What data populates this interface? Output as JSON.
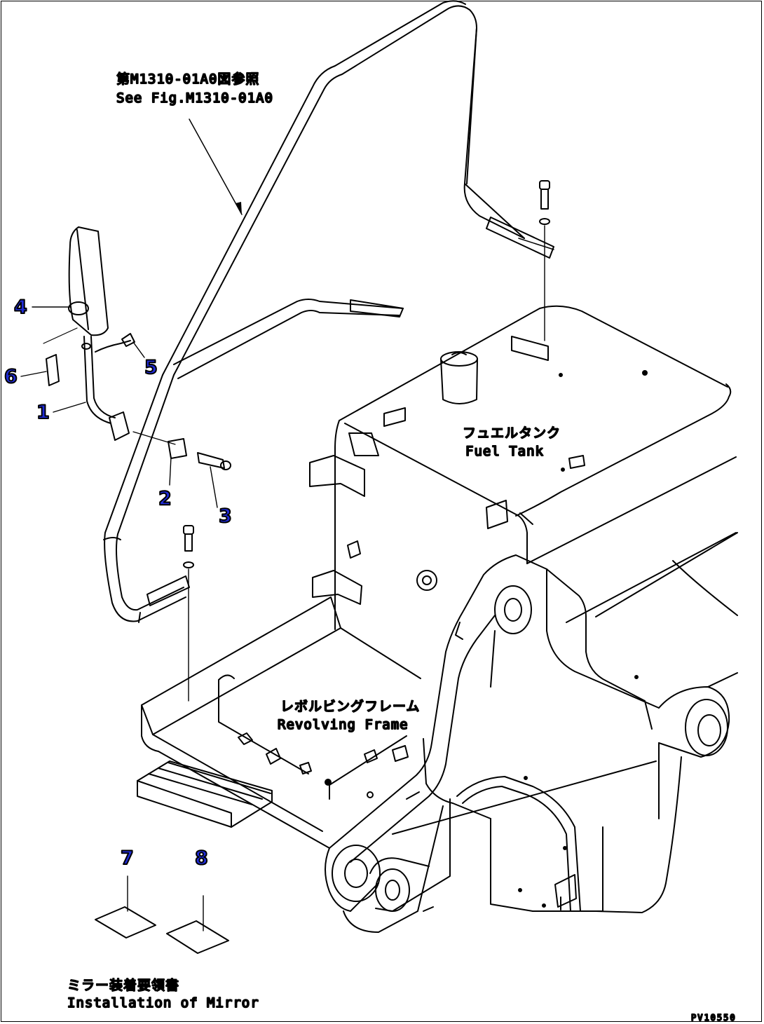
{
  "reference": {
    "jp": "第M1310-01A0図参照",
    "en": "See Fig.M1310-01A0"
  },
  "fuel_tank": {
    "jp": "フュエルタンク",
    "en": "Fuel Tank"
  },
  "revolving_frame": {
    "jp": "レボルビングフレーム",
    "en": "Revolving Frame"
  },
  "installation": {
    "jp": "ミラー装着要領書",
    "en": "Installation of Mirror"
  },
  "drawing_code": "PV10550",
  "callouts": [
    "1",
    "2",
    "3",
    "4",
    "5",
    "6",
    "7",
    "8"
  ],
  "callout_color": "#1f2bd6"
}
